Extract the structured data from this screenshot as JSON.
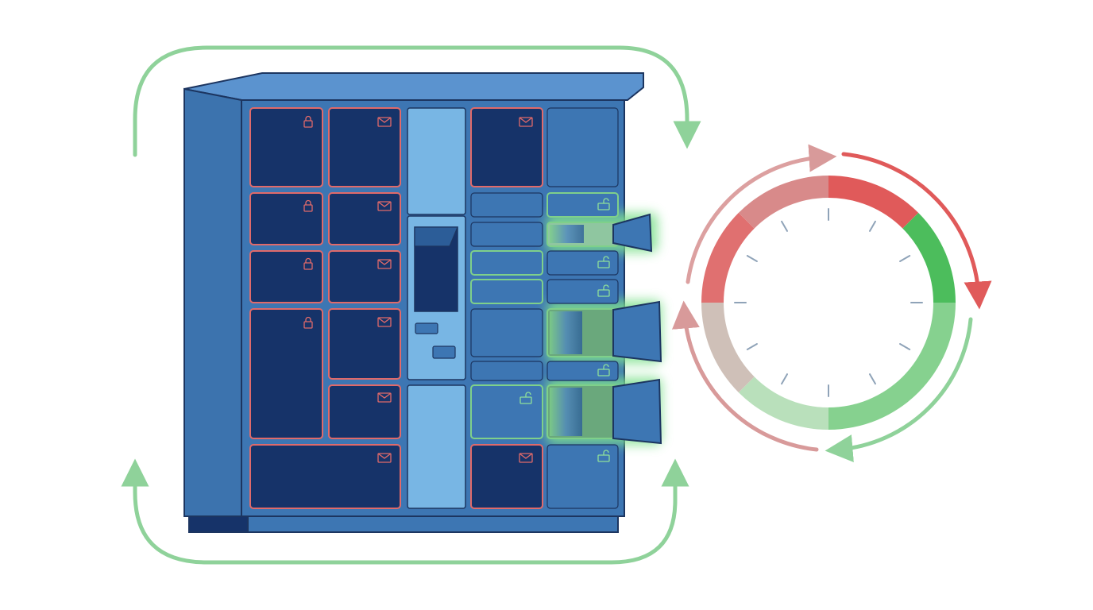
{
  "diagram": {
    "locker": {
      "left_column": [
        {
          "id": "L1",
          "state": "occupied",
          "icon": "lock-icon"
        },
        {
          "id": "L2",
          "state": "occupied",
          "icon": "envelope-icon"
        },
        {
          "id": "L3",
          "state": "occupied",
          "icon": "lock-icon"
        },
        {
          "id": "L4",
          "state": "occupied",
          "icon": "envelope-icon"
        },
        {
          "id": "L5",
          "state": "occupied",
          "icon": "lock-icon"
        },
        {
          "id": "L6",
          "state": "occupied",
          "icon": "envelope-icon"
        },
        {
          "id": "L7",
          "state": "occupied",
          "icon": "lock-icon"
        },
        {
          "id": "L8",
          "state": "occupied",
          "icon": "envelope-icon"
        },
        {
          "id": "L9",
          "state": "occupied",
          "icon": "envelope-icon"
        },
        {
          "id": "L10",
          "state": "occupied",
          "icon": "envelope-icon"
        }
      ],
      "right_column": [
        {
          "id": "R1",
          "state": "occupied",
          "icon": "envelope-icon"
        },
        {
          "id": "R2",
          "state": "empty",
          "icon": ""
        },
        {
          "id": "R3",
          "state": "empty",
          "icon": ""
        },
        {
          "id": "R4",
          "state": "available",
          "icon": "unlock-icon"
        },
        {
          "id": "R5",
          "state": "empty",
          "icon": ""
        },
        {
          "id": "R6",
          "state": "open",
          "icon": ""
        },
        {
          "id": "R7",
          "state": "available",
          "icon": ""
        },
        {
          "id": "R8",
          "state": "empty",
          "icon": "unlock-icon"
        },
        {
          "id": "R9",
          "state": "available",
          "icon": ""
        },
        {
          "id": "R10",
          "state": "empty",
          "icon": "unlock-icon"
        },
        {
          "id": "R11",
          "state": "empty",
          "icon": ""
        },
        {
          "id": "R12",
          "state": "open",
          "icon": ""
        },
        {
          "id": "R13",
          "state": "empty",
          "icon": ""
        },
        {
          "id": "R14",
          "state": "empty",
          "icon": "unlock-icon"
        },
        {
          "id": "R15",
          "state": "available",
          "icon": "unlock-icon"
        },
        {
          "id": "R16",
          "state": "open",
          "icon": ""
        },
        {
          "id": "R17",
          "state": "occupied",
          "icon": "envelope-icon"
        },
        {
          "id": "R18",
          "state": "empty",
          "icon": "unlock-icon"
        }
      ],
      "kiosk": {
        "screen": "screen",
        "buttons": 2
      }
    },
    "timer": {
      "ticks": 12,
      "segments": [
        {
          "color": "#e05a5a",
          "share": 0.125
        },
        {
          "color": "#4cbd5c",
          "share": 0.125
        },
        {
          "color": "#86d18f",
          "share": 0.25
        },
        {
          "color": "#b9e0bb",
          "share": 0.125
        },
        {
          "color": "#cfc0b8",
          "share": 0.125
        },
        {
          "color": "#e07070",
          "share": 0.125
        },
        {
          "color": "#d88a8a",
          "share": 0.125
        }
      ]
    },
    "colors": {
      "occupied": "#e05a5a",
      "available": "#6fcf7f",
      "locker_body": "#3d76b3",
      "compartment_dark": "#163369",
      "kiosk_light": "#78b6e4",
      "cycle_arrow": "#8fd29a"
    }
  }
}
